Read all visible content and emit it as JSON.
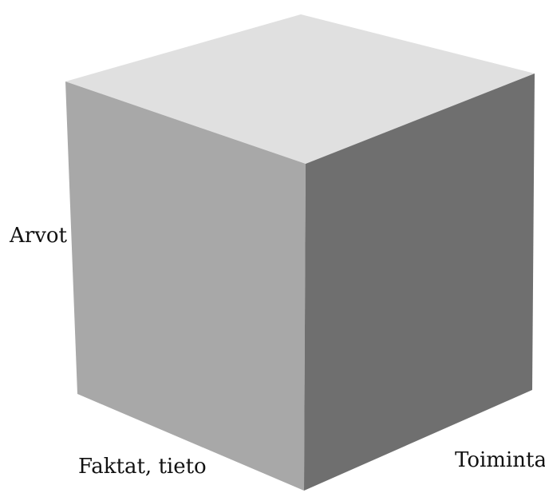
{
  "labels": {
    "left": "Arvot",
    "bottom": "Faktat, tieto",
    "right": "Toiminta"
  },
  "colors": {
    "top_face": "#e0e0e0",
    "left_face": "#a8a8a8",
    "right_face": "#6f6f6f",
    "edge": "#9a9a9a"
  }
}
